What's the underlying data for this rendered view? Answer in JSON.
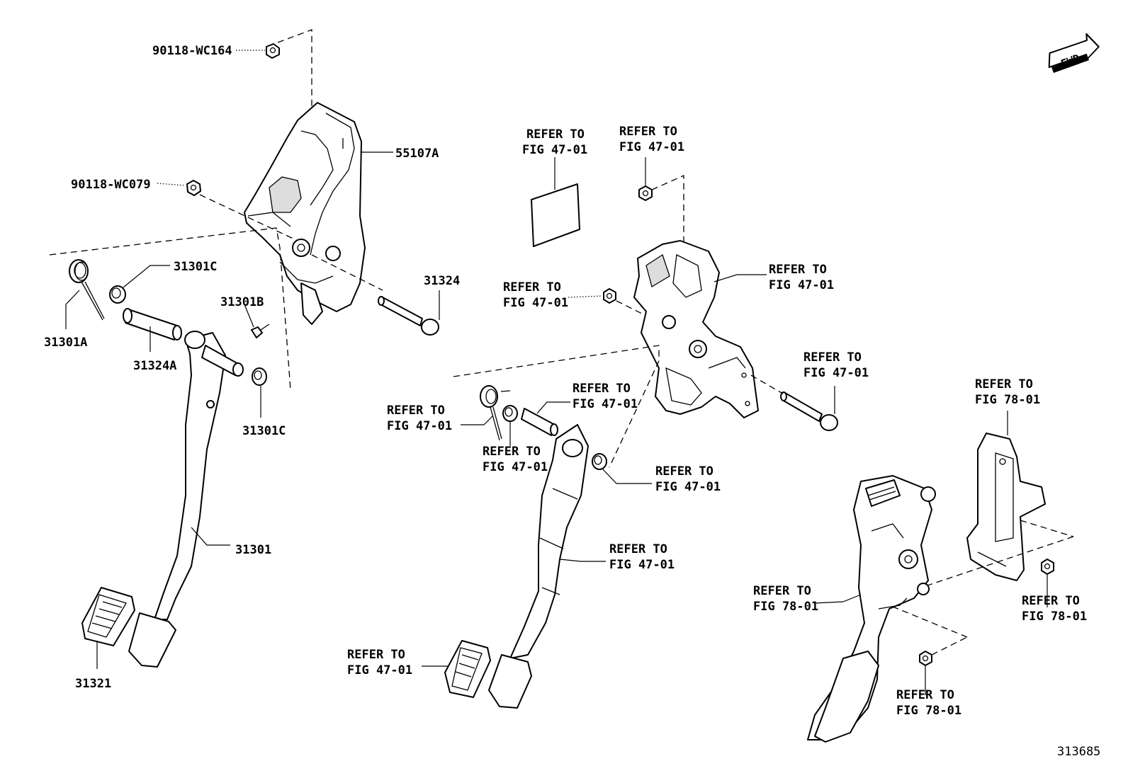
{
  "diagram_id": "313685",
  "fwd_label": "FWD",
  "labels": {
    "p90118_wc164": "90118-WC164",
    "p55107a": "55107A",
    "p90118_wc079": "90118-WC079",
    "p31301c_a": "31301C",
    "p31324": "31324",
    "p31301b": "31301B",
    "p31301a": "31301A",
    "p31324a": "31324A",
    "p31301c_b": "31301C",
    "p31301": "31301",
    "p31321": "31321"
  },
  "refs": [
    {
      "l1": "REFER TO",
      "l2": "FIG 47-01"
    },
    {
      "l1": "REFER TO",
      "l2": "FIG 47-01"
    },
    {
      "l1": "REFER TO",
      "l2": "FIG 47-01"
    },
    {
      "l1": "REFER TO",
      "l2": "FIG 47-01"
    },
    {
      "l1": "REFER TO",
      "l2": "FIG 47-01"
    },
    {
      "l1": "REFER TO",
      "l2": "FIG 47-01"
    },
    {
      "l1": "REFER TO",
      "l2": "FIG 47-01"
    },
    {
      "l1": "REFER TO",
      "l2": "FIG 47-01"
    },
    {
      "l1": "REFER TO",
      "l2": "FIG 47-01"
    },
    {
      "l1": "REFER TO",
      "l2": "FIG 47-01"
    },
    {
      "l1": "REFER TO",
      "l2": "FIG 47-01"
    },
    {
      "l1": "REFER TO",
      "l2": "FIG 78-01"
    },
    {
      "l1": "REFER TO",
      "l2": "FIG 78-01"
    },
    {
      "l1": "REFER TO",
      "l2": "FIG 78-01"
    },
    {
      "l1": "REFER TO",
      "l2": "FIG 78-01"
    }
  ]
}
